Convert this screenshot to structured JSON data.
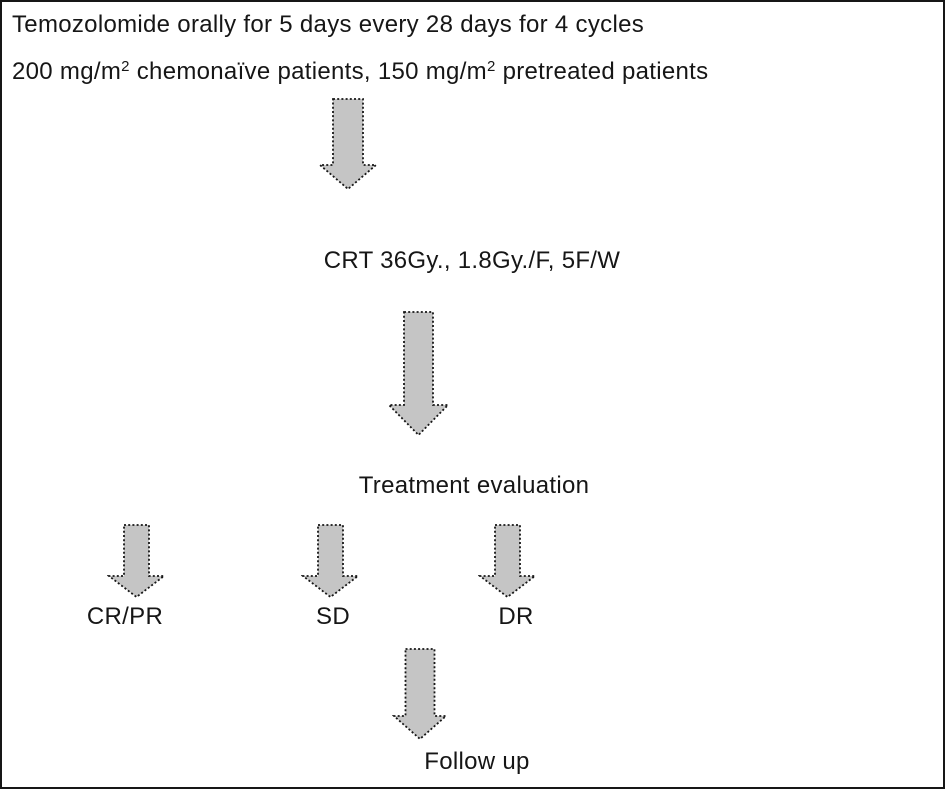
{
  "diagram": {
    "arrow_fill": "#c5c5c5",
    "arrow_stroke": "#161616",
    "border_color": "#161616",
    "header": {
      "line1": "Temozolomide orally for 5 days every 28 days for 4 cycles",
      "line2": {
        "dose1": "200 mg/m",
        "sup1": "2",
        "mid": " chemonaïve patients, 150 mg/m",
        "sup2": "2",
        "tail": " pretreated patients"
      }
    },
    "steps": {
      "crt": "CRT 36Gy., 1.8Gy./F, 5F/W",
      "evaluation": "Treatment evaluation",
      "followup": "Follow up"
    },
    "outcomes": [
      {
        "label": "CR/PR"
      },
      {
        "label": "SD"
      },
      {
        "label": "DR"
      }
    ]
  }
}
